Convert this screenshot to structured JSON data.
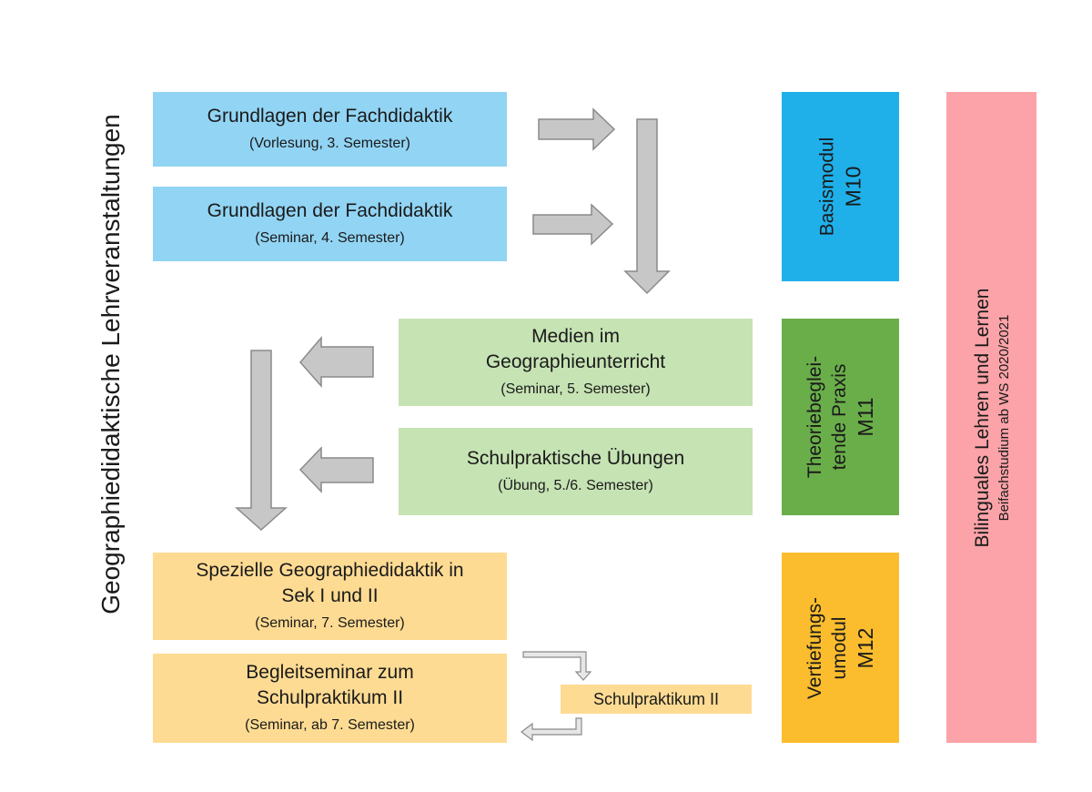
{
  "vertical_title": "Geographiedidaktische Lehrveranstaltungen",
  "courses": [
    {
      "title": "Grundlagen der Fachdidaktik",
      "detail": "(Vorlesung, 3. Semester)"
    },
    {
      "title": "Grundlagen der Fachdidaktik",
      "detail": "(Seminar, 4. Semester)"
    },
    {
      "title": "Medien im",
      "title2": "Geographieunterricht",
      "detail": "(Seminar, 5. Semester)"
    },
    {
      "title": "Schulpraktische Übungen",
      "detail": "(Übung, 5./6. Semester)"
    },
    {
      "title": "Spezielle Geographiedidaktik in",
      "title2": "Sek I und II",
      "detail": "(Seminar, 7. Semester)"
    },
    {
      "title": "Begleitseminar zum",
      "title2": "Schulpraktikum II",
      "detail": "(Seminar, ab 7. Semester)"
    }
  ],
  "praktikum": "Schulpraktikum II",
  "modules": [
    {
      "line1": "Basismodul",
      "code": "M10",
      "color": "#1fb0ea"
    },
    {
      "line1": "Theoriebeglei-",
      "line2": "tende Praxis",
      "code": "M11",
      "color": "#6aae4a"
    },
    {
      "line1": "Vertiefungs-",
      "line2": "umodul",
      "code": "M12",
      "color": "#fbbd2e"
    }
  ],
  "bilingual": {
    "title": "Bilinguales Lehren und Lernen",
    "subtitle": "Beifachstudium ab WS 2020/2021",
    "color": "#fba3a8"
  },
  "colors": {
    "blue_box": "#92d4f4",
    "green_box": "#c6e3b4",
    "yellow_box": "#fedb93",
    "arrow_fill": "#c7c7c7",
    "arrow_stroke": "#8a8a8a"
  }
}
